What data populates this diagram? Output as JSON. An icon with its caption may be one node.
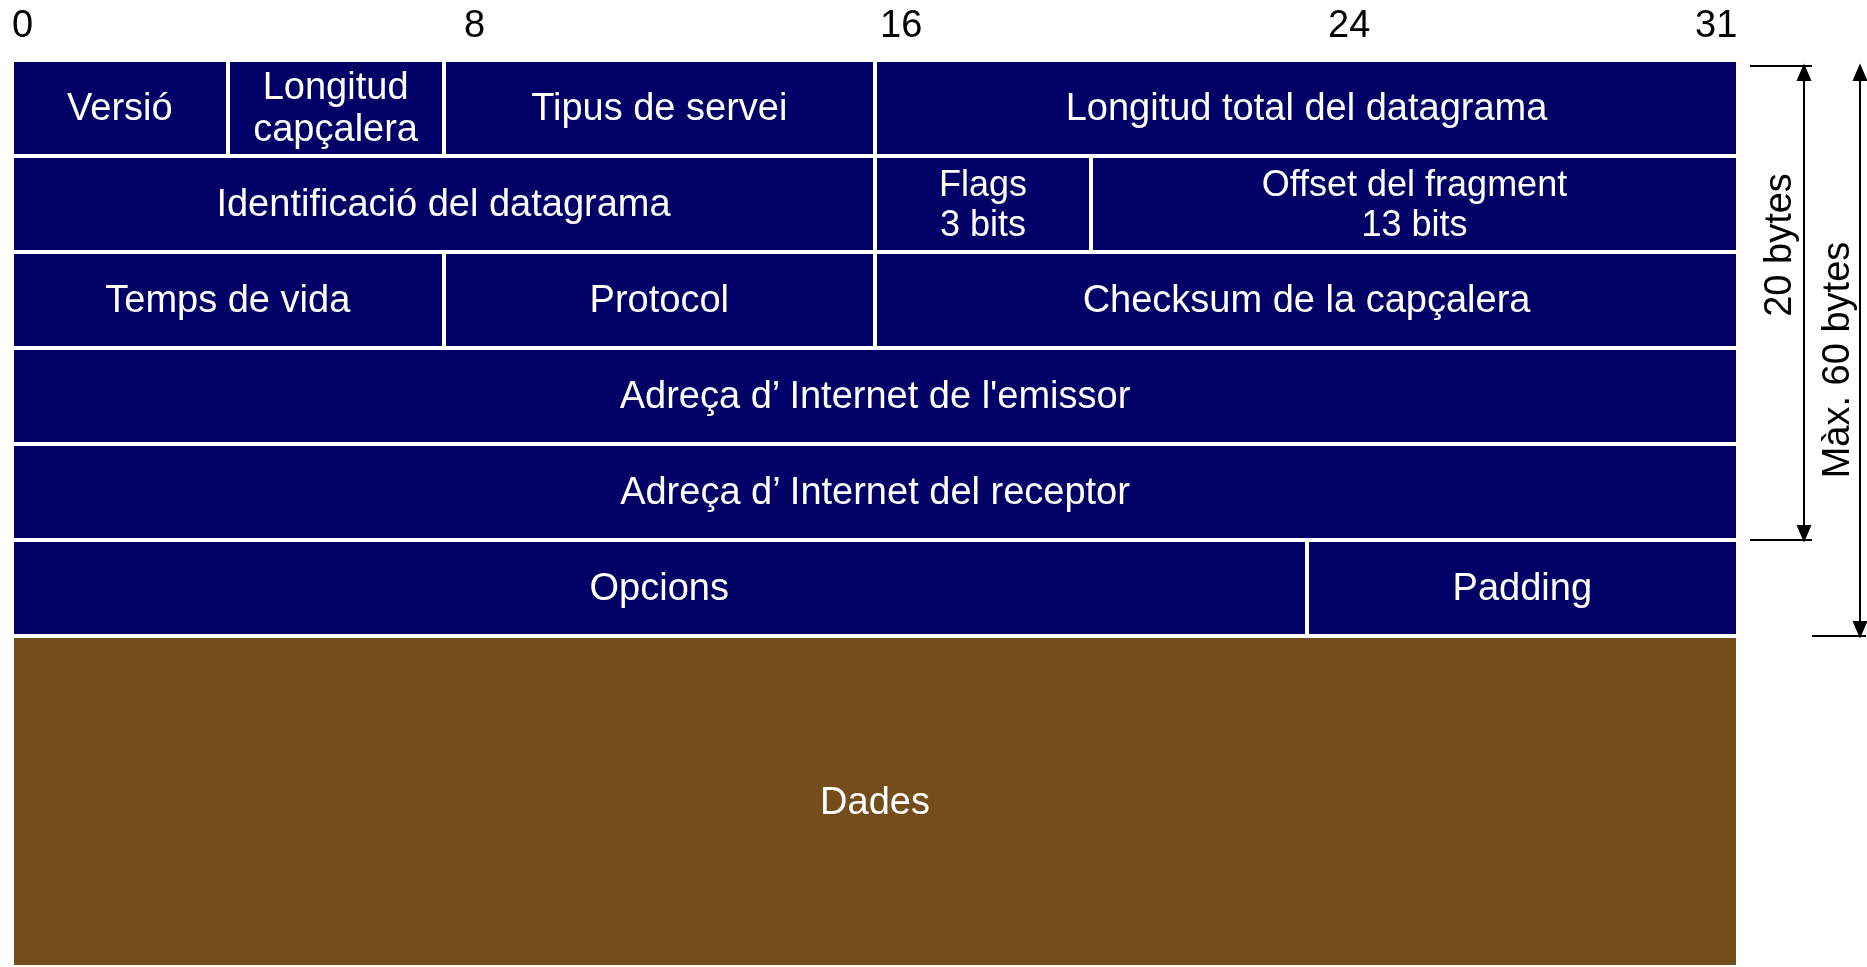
{
  "diagram": {
    "nodes": [
      {
        "text": [
          "Versió"
        ]
      },
      {
        "text": [
          "Longitud capçalera"
        ]
      },
      {
        "text": [
          "Tipus de servei"
        ]
      },
      {
        "text": [
          "Longitud total del datagrama"
        ]
      },
      {
        "text": [
          "Identificació del datagrama"
        ]
      },
      {
        "text": [
          "Flags",
          "3 bits"
        ]
      },
      {
        "text": [
          "Offset del fragment",
          "13 bits"
        ]
      },
      {
        "text": [
          "Temps de vida"
        ]
      },
      {
        "text": [
          "Protocol"
        ]
      },
      {
        "text": [
          "Checksum de la capçalera"
        ]
      },
      {
        "text": [
          "Adreça d’ Internet de l'emissor"
        ]
      },
      {
        "text": [
          "Adreça d’ Internet del receptor"
        ]
      },
      {
        "text": [
          "Opcions"
        ]
      },
      {
        "text": [
          "Padding"
        ]
      },
      {
        "text": [
          "Dades"
        ]
      }
    ],
    "labels": [
      "0",
      "8",
      "16",
      "24",
      "31",
      "20 bytes",
      "Màx. 60 bytes"
    ]
  }
}
